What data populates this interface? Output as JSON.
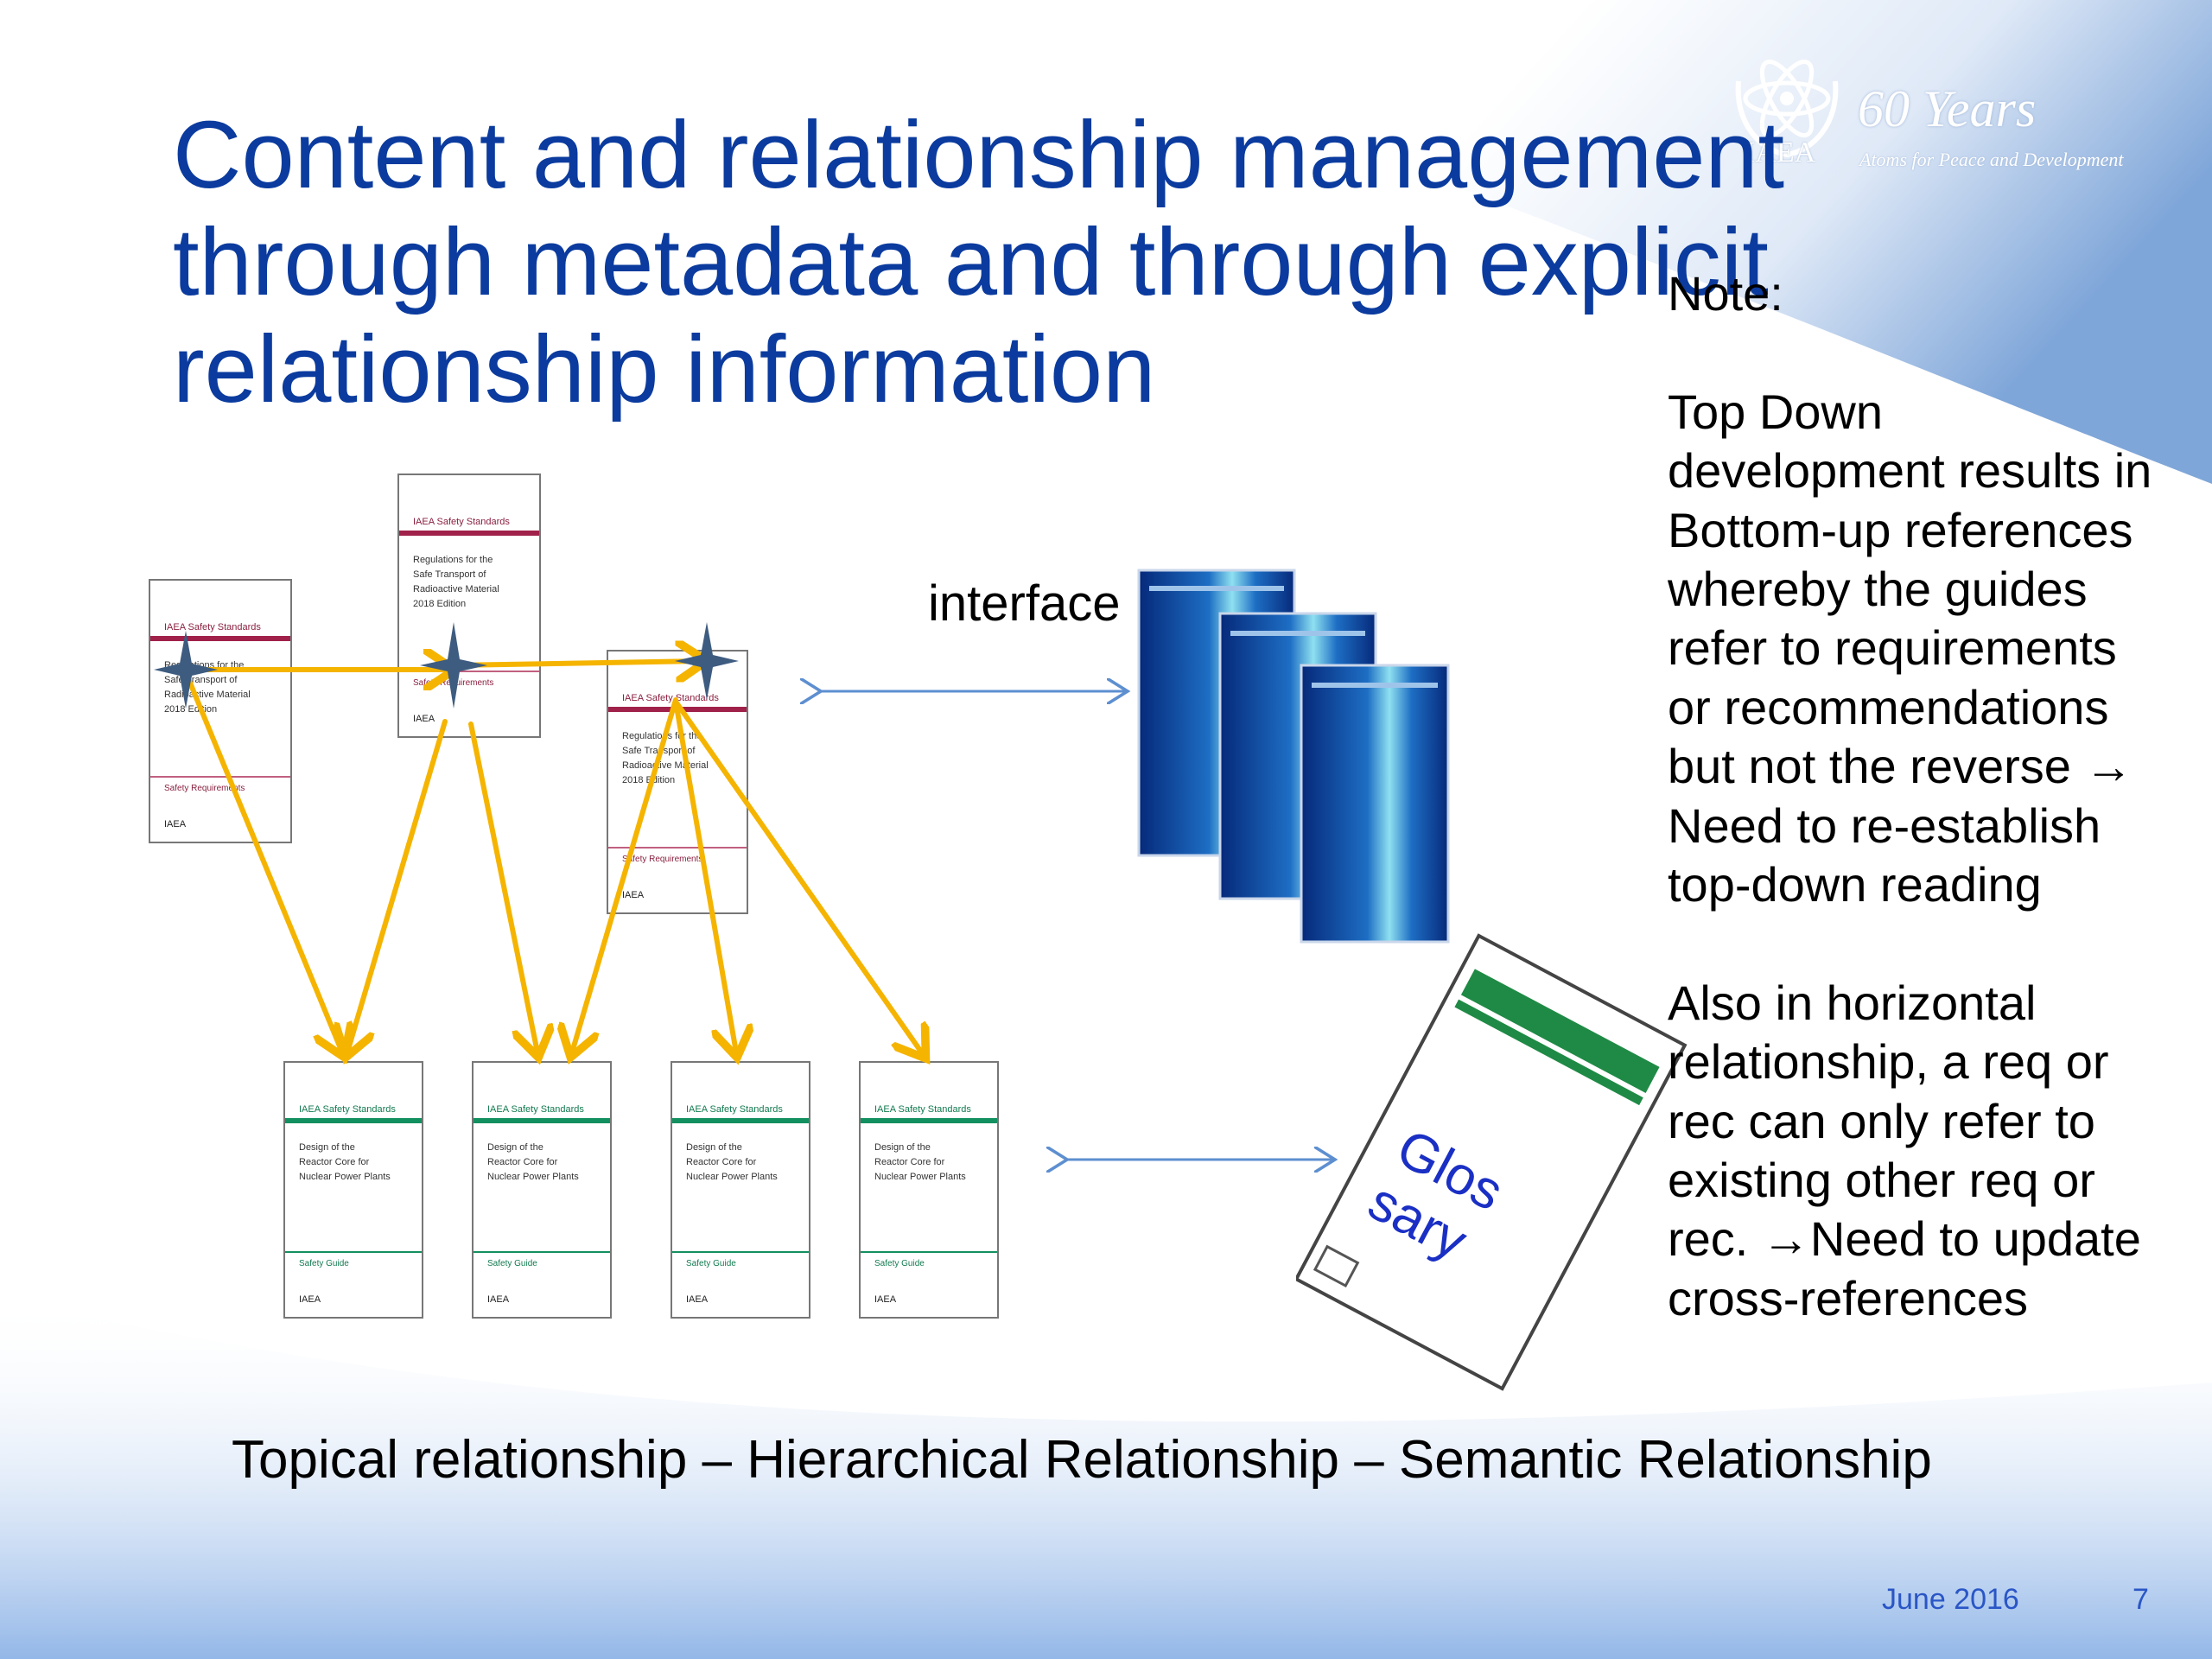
{
  "title": {
    "lines": [
      "Content and relationship management",
      "through metadata and through explicit",
      "relationship information"
    ]
  },
  "logo": {
    "years": "60 Years",
    "agency": "IAEA",
    "tagline": "Atoms for Peace and Development"
  },
  "note": {
    "lines": [
      "Note:",
      "",
      "Top Down",
      "development results in",
      "Bottom-up references",
      "whereby the guides",
      "refer to requirements",
      "or recommendations",
      "but not the reverse →",
      "Need to re-establish",
      "top-down reading",
      "",
      "Also in horizontal",
      "relationship, a req or",
      "rec can only refer to",
      "existing other req or",
      "rec. →Need to update",
      "cross-references"
    ]
  },
  "interface_label": "interface",
  "glossary_label": "Glos sary",
  "bottom_caption": "Topical relationship – Hierarchical Relationship – Semantic Relationship",
  "footer": {
    "date": "June 2016",
    "page": "7"
  },
  "docs": {
    "series": "IAEA Safety Standards",
    "req_title": "Regulations for the\nSafe Transport of\nRadioactive Material\n2018 Edition",
    "req_label": "Safety Requirements",
    "guide_title": "Design of the\nReactor Core for\nNuclear Power Plants",
    "guide_label": "Safety Guide",
    "logo_text": "IAEA"
  },
  "colors": {
    "title": "#0b3b9e",
    "arrow": "#f5b400",
    "interface_arrow": "#5d8fd0",
    "footer": "#2a56c6"
  }
}
